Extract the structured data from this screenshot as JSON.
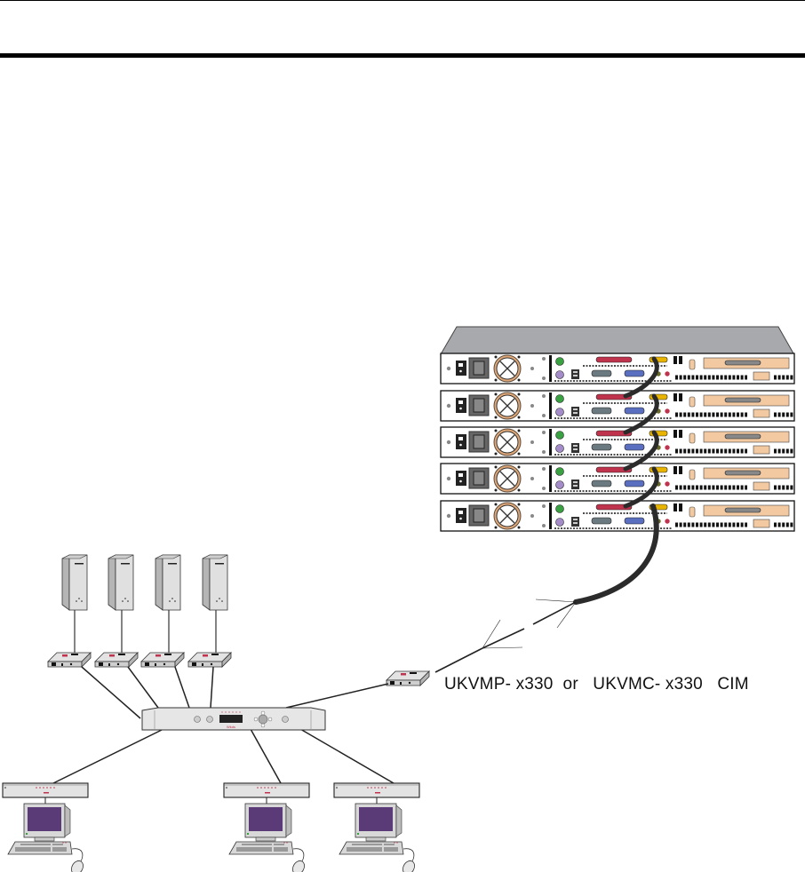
{
  "page": {
    "header_rules": [
      "top-thin-rule",
      "header-thick-rule"
    ]
  },
  "diagram": {
    "title": "",
    "rack": {
      "label": "Rack-mounted servers",
      "server_count": 5
    },
    "cable": {
      "label": "CIM cable"
    },
    "cim_caption": {
      "part1": "UKVMP- x330",
      "or": "or",
      "part2": "UKVMC- x330",
      "suffix": "CIM"
    },
    "towers": {
      "label": "Tower servers",
      "count": 4
    },
    "switch": {
      "label": "KVM switch",
      "brand": "Wkds"
    },
    "stations": {
      "label": "User stations",
      "count": 3
    },
    "colors": {
      "monitor_screen": "#5b3a78",
      "port_red": "#c0334d",
      "port_yellow": "#e8b400",
      "port_blue": "#5a6fc0",
      "port_green": "#3aa142",
      "port_purple": "#a48cc8",
      "fan_ring": "#e0a878",
      "card_tan": "#f2c9a0",
      "chassis_gray": "#a7a9ac",
      "device_light": "#e3e3e3"
    }
  }
}
